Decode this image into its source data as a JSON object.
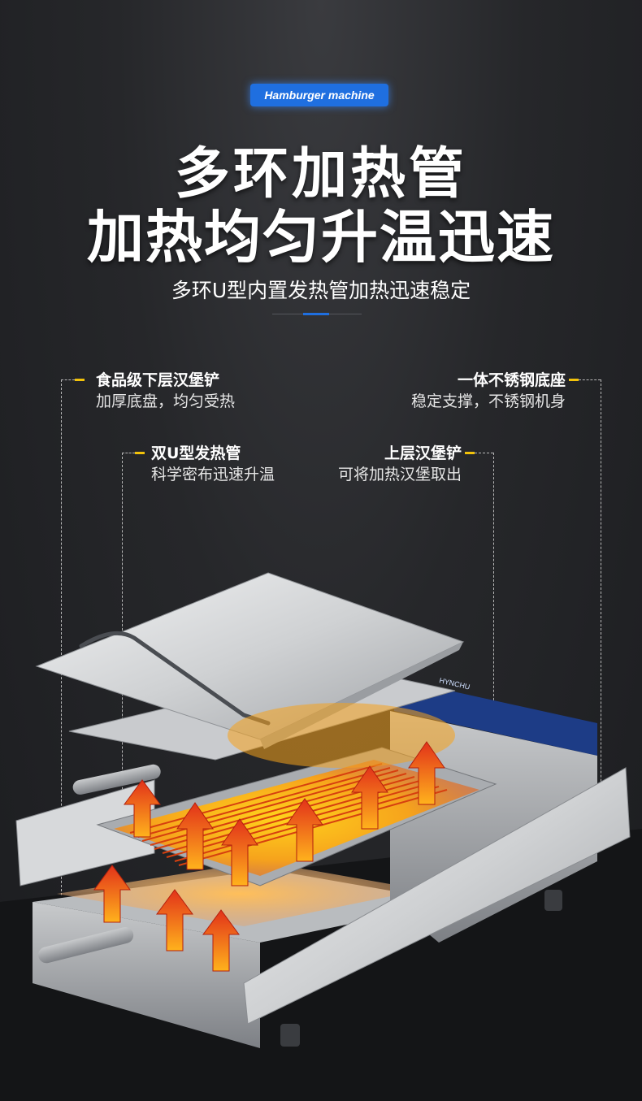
{
  "badge": "Hamburger machine",
  "title_line1": "多环加热管",
  "title_line2": "加热均匀升温迅速",
  "subtitle": "多环U型内置发热管加热迅速稳定",
  "callouts": {
    "lower_shovel": {
      "head": "食品级下层汉堡铲",
      "desc": "加厚底盘，均匀受热"
    },
    "base": {
      "head": "一体不锈钢底座",
      "desc": "稳定支撑，不锈钢机身"
    },
    "heating_tube": {
      "head": "双U型发热管",
      "desc": "科学密布迅速升温"
    },
    "upper_shovel": {
      "head": "上层汉堡铲",
      "desc": "可将加热汉堡取出"
    }
  },
  "brand_plate": "HYNCHU",
  "colors": {
    "accent_blue": "#1f6fe0",
    "accent_yellow": "#f2c20a",
    "heat_orange": "#f6a31c",
    "heat_red": "#e2321a"
  }
}
